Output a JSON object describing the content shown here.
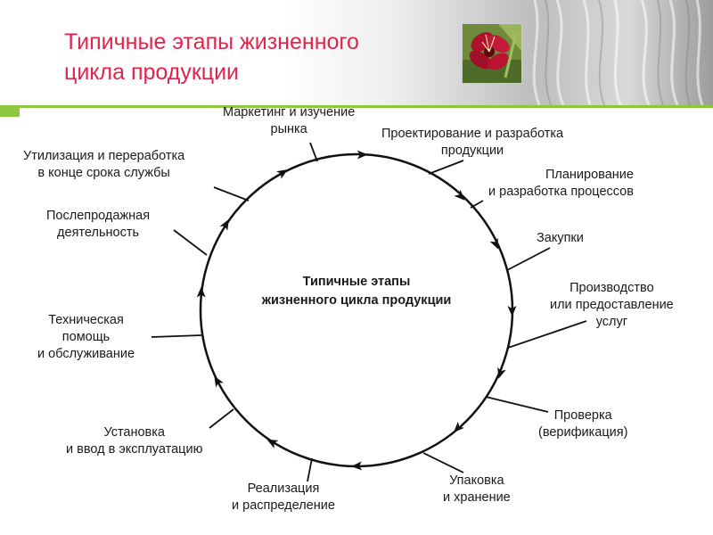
{
  "header": {
    "title": "Типичные этапы жизненного\nцикла продукции"
  },
  "diagram": {
    "center_label": "Типичные этапы\nжизненного цикла продукции",
    "stages": [
      {
        "id": "marketing",
        "label": "Маркетинг и изучение\nрынка"
      },
      {
        "id": "design",
        "label": "Проектирование и разработка\nпродукции"
      },
      {
        "id": "planning",
        "label": "Планирование\nи разработка процессов"
      },
      {
        "id": "purchasing",
        "label": "Закупки"
      },
      {
        "id": "production",
        "label": "Производство\nили предоставление\nуслуг"
      },
      {
        "id": "verification",
        "label": "Проверка\n(верификация)"
      },
      {
        "id": "packaging",
        "label": "Упаковка\nи хранение"
      },
      {
        "id": "sales",
        "label": "Реализация\nи распределение"
      },
      {
        "id": "installation",
        "label": "Установка\nи ввод в эксплуатацию"
      },
      {
        "id": "support",
        "label": "Техническая\nпомощь\nи обслуживание"
      },
      {
        "id": "after-sales",
        "label": "Послепродажная\nдеятельность"
      },
      {
        "id": "disposal",
        "label": "Утилизация и переработка\nв конце срока службы"
      }
    ]
  },
  "colors": {
    "title": "#e0254d",
    "accent_line": "#8dc63f",
    "circle": "#111111",
    "text": "#1a1a1a"
  },
  "icons": {
    "header_photo": "flower-photo",
    "header_background": "waterfall-background"
  }
}
